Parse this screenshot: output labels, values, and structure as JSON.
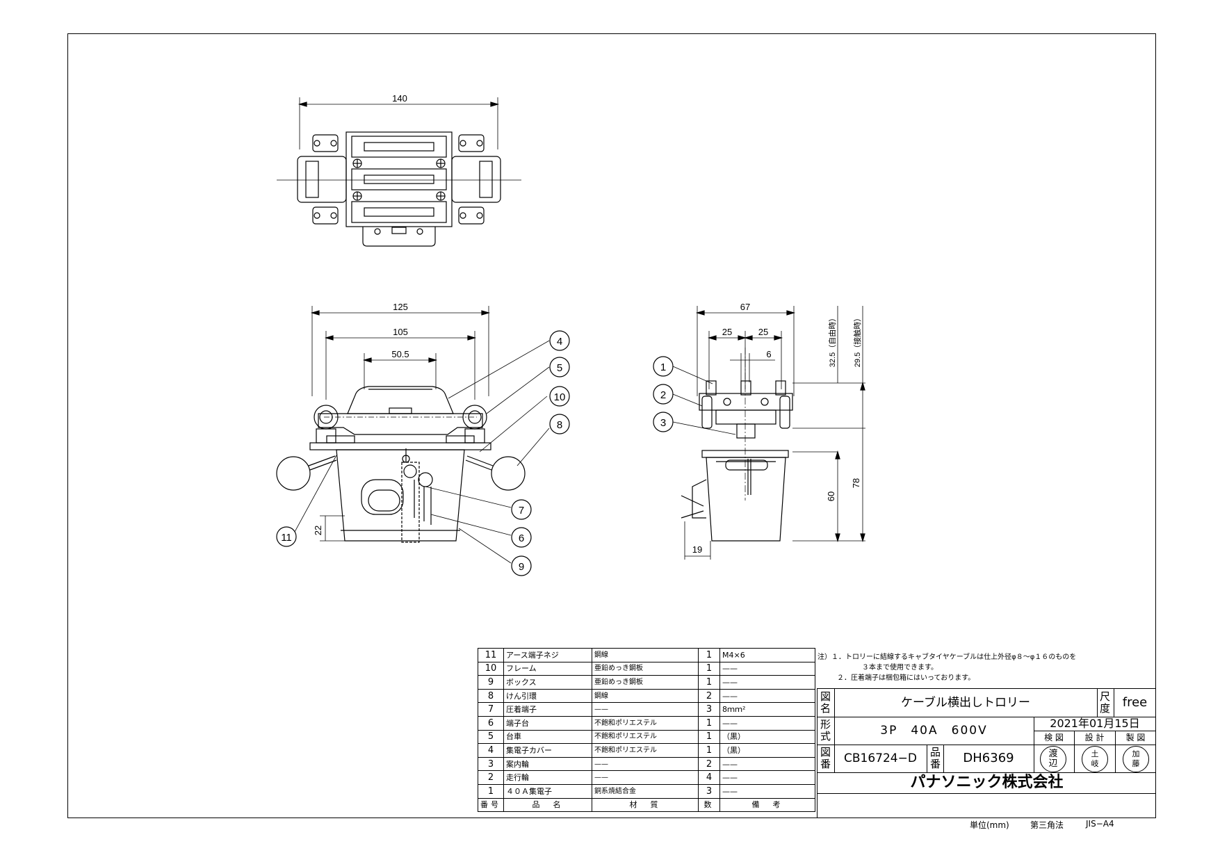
{
  "drawing": {
    "dimensions": {
      "top_width": "140",
      "front_125": "125",
      "front_105": "105",
      "front_50_5": "50.5",
      "front_22": "22",
      "side_67": "67",
      "side_25a": "25",
      "side_25b": "25",
      "side_6": "6",
      "side_32_5": "32.5（自由時）",
      "side_29_5": "29.5（接触時）",
      "side_60": "60",
      "side_78": "78",
      "side_19": "19"
    },
    "balloons": [
      "1",
      "2",
      "3",
      "4",
      "5",
      "6",
      "7",
      "8",
      "9",
      "10",
      "11"
    ]
  },
  "parts_table": {
    "rows": [
      {
        "no": "11",
        "name": "アース端子ネジ",
        "material": "鋼線",
        "qty": "1",
        "remarks": "M4×6"
      },
      {
        "no": "10",
        "name": "フレーム",
        "material": "亜鉛めっき鋼板",
        "qty": "1",
        "remarks": "——"
      },
      {
        "no": "9",
        "name": "ボックス",
        "material": "亜鉛めっき鋼板",
        "qty": "1",
        "remarks": "——"
      },
      {
        "no": "8",
        "name": "けん引環",
        "material": "鋼線",
        "qty": "2",
        "remarks": "——"
      },
      {
        "no": "7",
        "name": "圧着端子",
        "material": "——",
        "qty": "3",
        "remarks": "8ｍｍ²"
      },
      {
        "no": "6",
        "name": "端子台",
        "material": "不飽和ポリエステル",
        "qty": "1",
        "remarks": "——"
      },
      {
        "no": "5",
        "name": "台車",
        "material": "不飽和ポリエステル",
        "qty": "1",
        "remarks": "（黒）"
      },
      {
        "no": "4",
        "name": "集電子カバー",
        "material": "不飽和ポリエステル",
        "qty": "1",
        "remarks": "（黒）"
      },
      {
        "no": "3",
        "name": "案内輪",
        "material": "——",
        "qty": "2",
        "remarks": "——"
      },
      {
        "no": "2",
        "name": "走行輪",
        "material": "——",
        "qty": "4",
        "remarks": "——"
      },
      {
        "no": "1",
        "name": "４０Ａ集電子",
        "material": "銅系焼結合金",
        "qty": "3",
        "remarks": "——"
      }
    ],
    "header": {
      "no": "番号",
      "name": "品　名",
      "material": "材　質",
      "qty": "数",
      "remarks": "備　考"
    }
  },
  "notes": [
    "注）１．トロリーに結線するキャブタイヤケーブルは仕上外径φ８～φ１６のものを",
    "３本まで使用できます。",
    "２．圧着端子は梱包箱にはいっております。"
  ],
  "title_block": {
    "zumei_label": "図名",
    "zumei": "ケーブル横出しトロリー",
    "shakudo_label": "尺度",
    "shakudo": "free",
    "keishiki_label": "形式",
    "keishiki": "3P　40A　600V",
    "date": "2021年01月15日",
    "kenzu": "検 図",
    "sekkei": "設 計",
    "seizu": "製 図",
    "zuban_label": "図番",
    "zuban": "CB16724−D",
    "hinban_label": "品番",
    "hinban": "DH6369",
    "stamp1": "渡辺",
    "stamp2": "土岐",
    "stamp3": "加藤",
    "company": "パナソニック株式会社"
  },
  "footer": {
    "unit": "単位(mm)",
    "projection": "第三角法",
    "paper": "JIS−A4"
  }
}
